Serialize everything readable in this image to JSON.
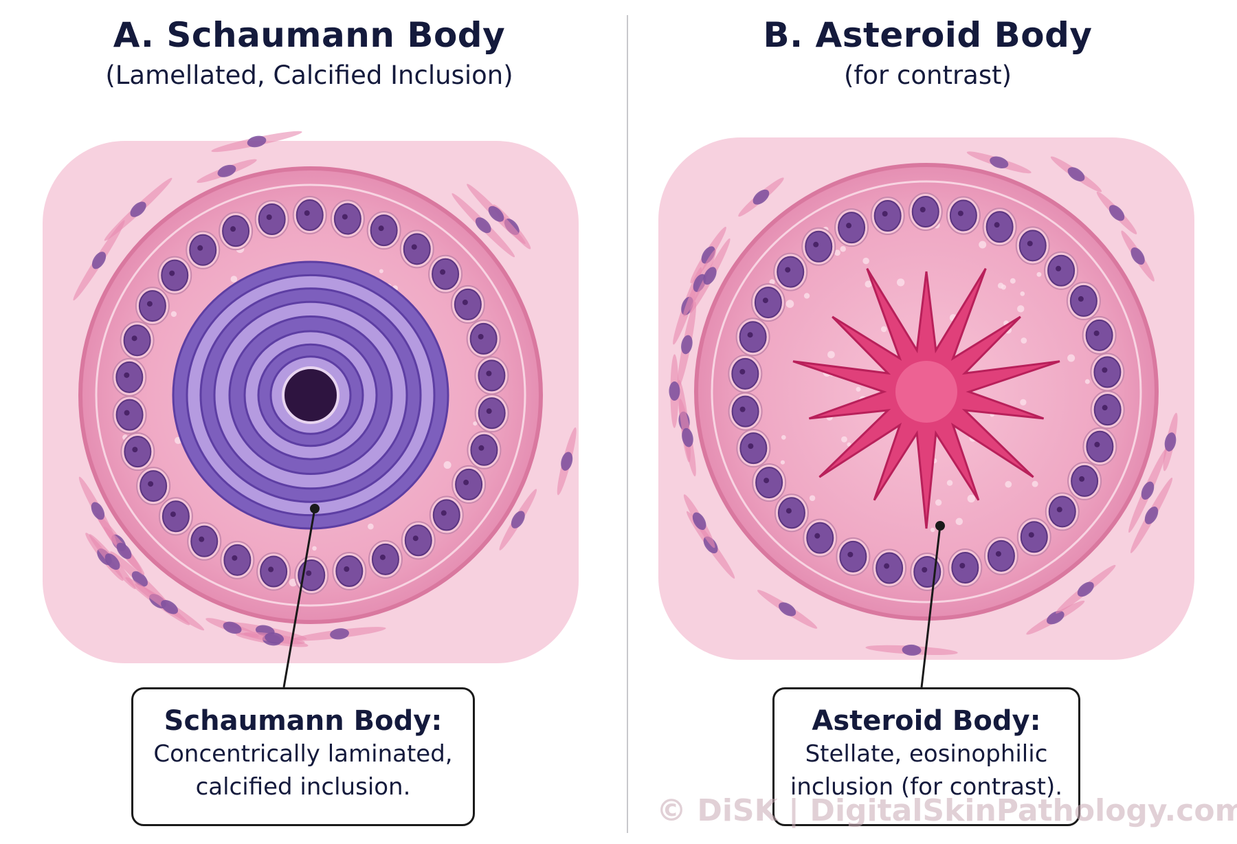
{
  "panels": [
    {
      "title": "A. Schaumann Body",
      "subtitle": "(Lamellated, Calcified Inclusion)",
      "callout": {
        "title": "Schaumann Body:",
        "lines": [
          "Concentrically laminated,",
          "calcified inclusion."
        ]
      }
    },
    {
      "title": "B. Asteroid Body",
      "subtitle": "(for contrast)",
      "callout": {
        "title": "Asteroid Body:",
        "lines": [
          "Stellate, eosinophilic",
          "inclusion (for contrast)."
        ]
      }
    }
  ],
  "watermark": "© DiSK | DigitalSkinPathology.com",
  "colors": {
    "tissue_pink": "#efa8c4",
    "stroma_pink": "#f6c9d9",
    "nucleus_purple": "#7a4f9e",
    "lamella_purple": "#7d5fbd",
    "asteroid_magenta": "#e0407a",
    "text_navy": "#141a3c"
  }
}
